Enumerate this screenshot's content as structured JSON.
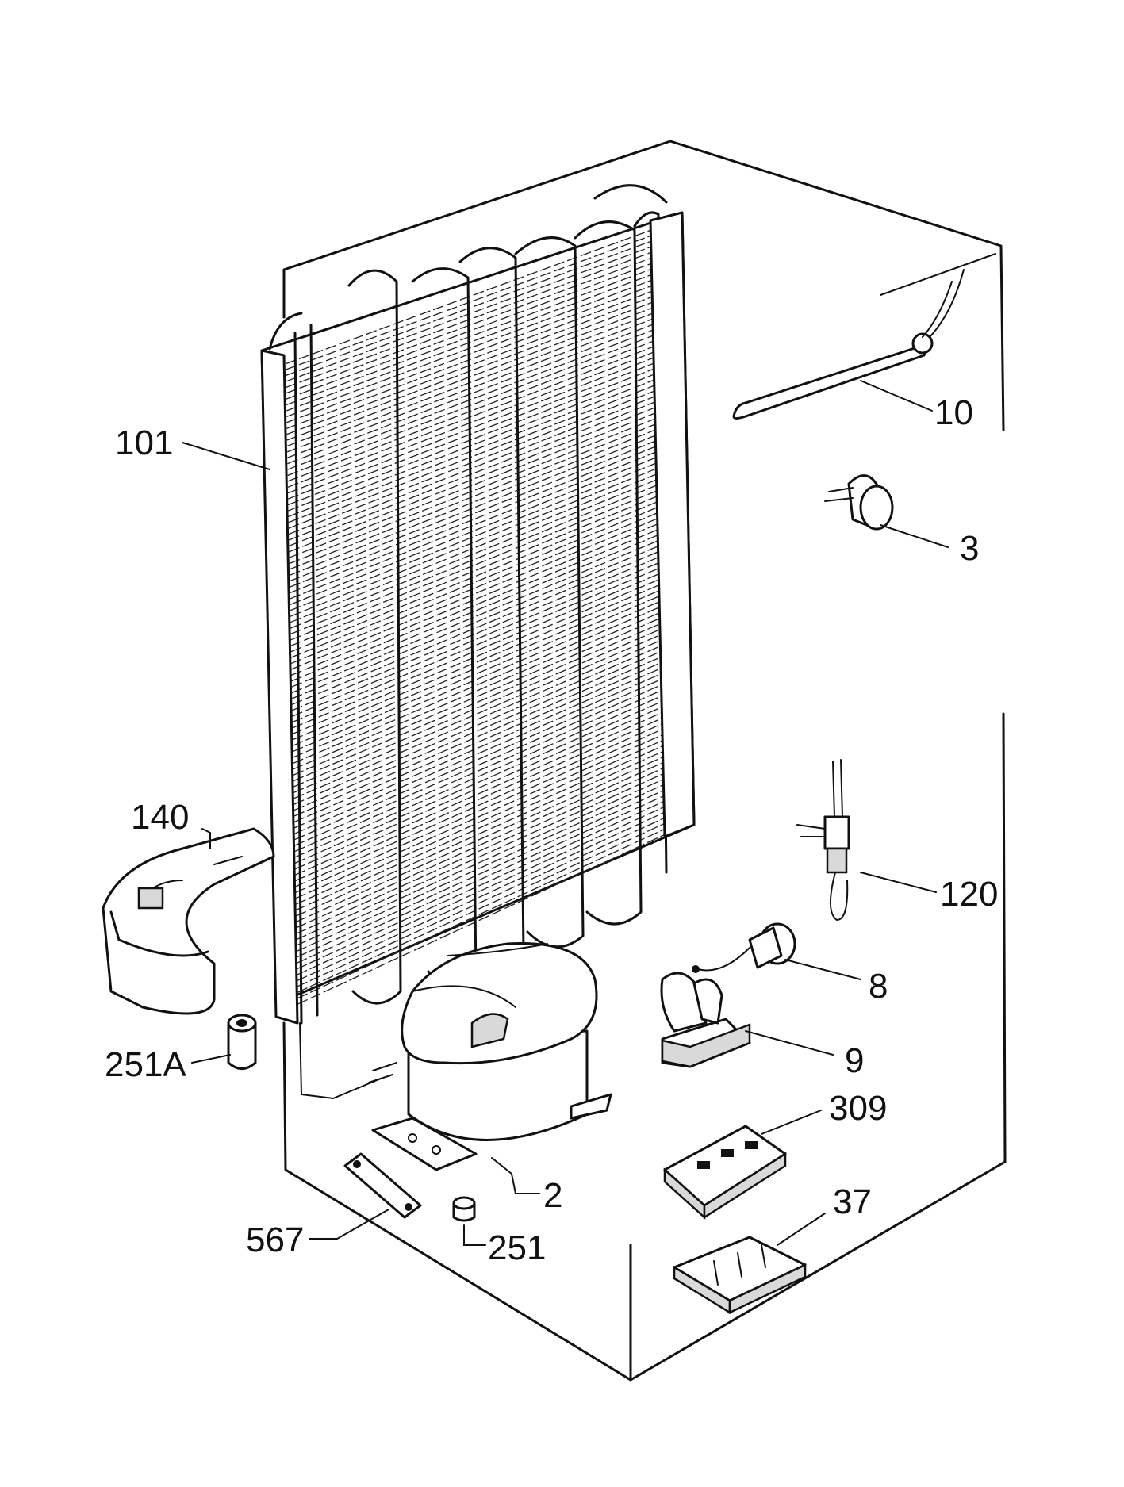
{
  "labels": {
    "p101": "101",
    "p10": "10",
    "p3": "3",
    "p140": "140",
    "p120": "120",
    "p8": "8",
    "p251A": "251A",
    "p9": "9",
    "p309": "309",
    "p2": "2",
    "p37": "37",
    "p567": "567",
    "p251": "251"
  },
  "colors": {
    "line": "#111111",
    "background": "#ffffff"
  }
}
